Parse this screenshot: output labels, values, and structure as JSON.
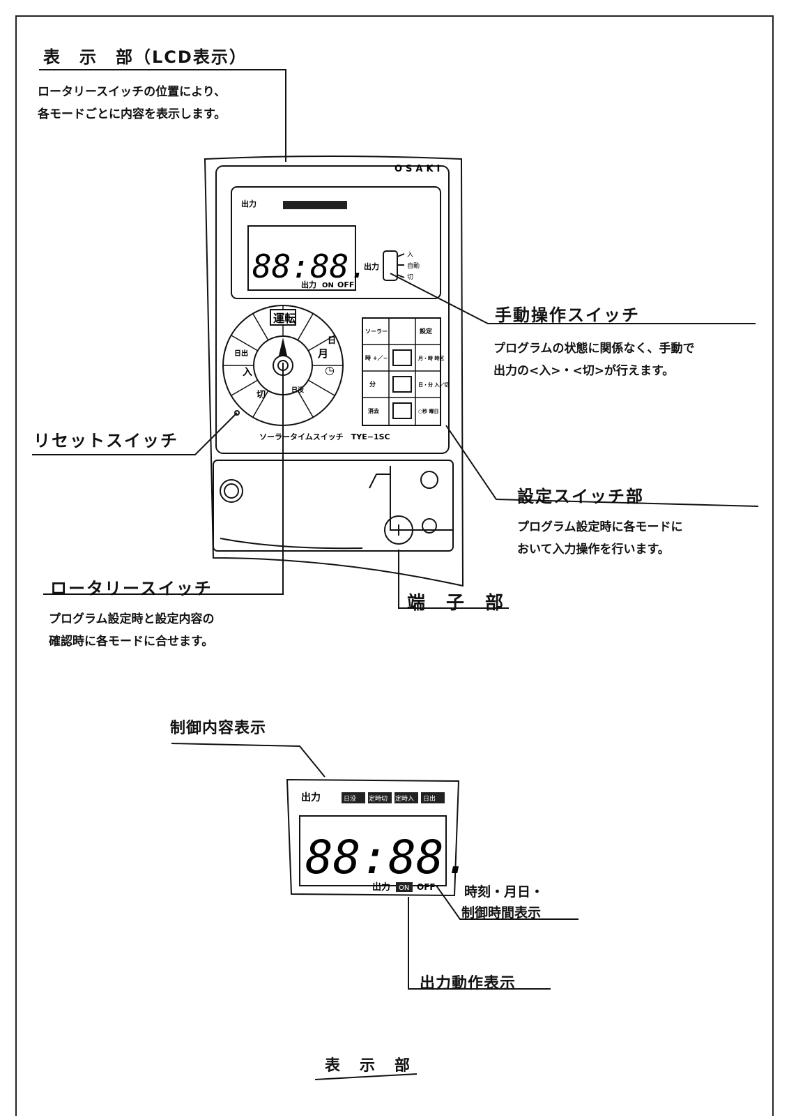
{
  "top": {
    "display_title": "表　示　部（LCD表示）",
    "display_desc": [
      "ロータリースイッチの位置により、",
      "各モードごとに内容を表示します。"
    ],
    "manual_title": "手動操作スイッチ",
    "manual_desc": [
      "プログラムの状態に関係なく、手動で",
      "出力の<入>・<切>が行えます。"
    ],
    "reset_title": "リセットスイッチ",
    "setting_title": "設定スイッチ部",
    "setting_desc": [
      "プログラム設定時に各モードに",
      "おいて入力操作を行います。"
    ],
    "rotary_title": "ロータリースイッチ",
    "rotary_desc": [
      "プログラム設定時と設定内容の",
      "確認時に各モードに合せます。"
    ],
    "terminal_title": "端　子　部"
  },
  "device": {
    "brand": "OSAKI",
    "output_label": "出力",
    "lcd_digits": "88:88.",
    "lcd_output": "出力",
    "lcd_on": "ON",
    "lcd_off": "OFF",
    "switch_labels": [
      "入",
      "自動",
      "切"
    ],
    "dial_center": "運転",
    "dial_sectors": [
      "月",
      "日",
      "日没",
      "入",
      "切",
      "日出"
    ],
    "keys": [
      "ソーラー",
      "設定",
      "時\n+／−",
      "月・時\n時区",
      "分",
      "日・分\n入／切",
      "消去",
      "○秒\n曜日"
    ],
    "model_name": "ソーラータイムスイッチ　TYE−1SC"
  },
  "bottom": {
    "control_title": "制御内容表示",
    "lcd_output": "出力",
    "indicators": [
      "日没",
      "定時切",
      "定時入",
      "日出"
    ],
    "lcd_digits": "88:88.",
    "lcd_on": "ON",
    "lcd_off": "OFF",
    "time_label": [
      "時刻・月日・",
      "制御時間表示"
    ],
    "output_action": "出力動作表示",
    "caption": "表　示　部"
  }
}
